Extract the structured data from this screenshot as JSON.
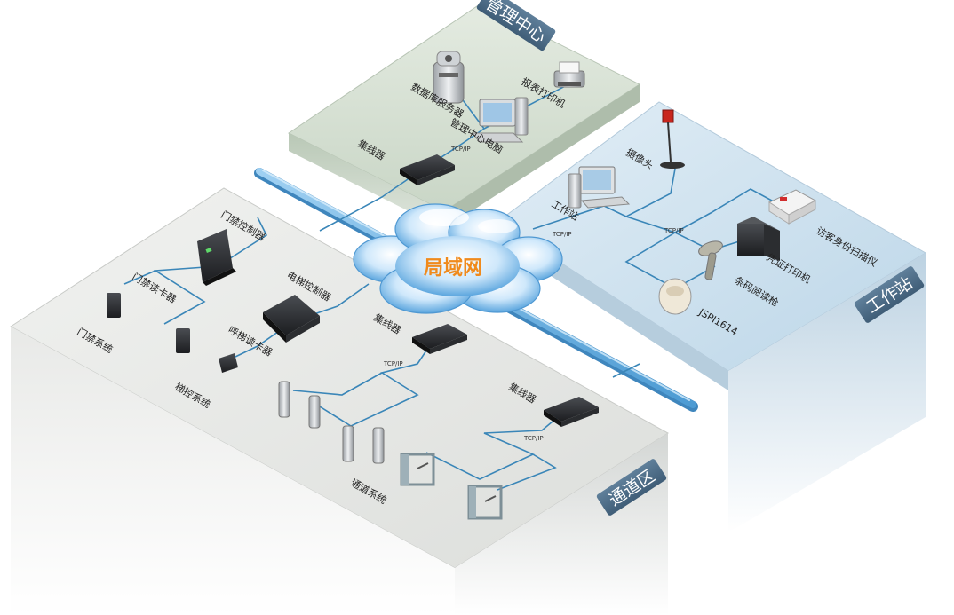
{
  "zones": {
    "management": "管理中心",
    "workstation": "工作站",
    "passage": "通道区"
  },
  "lan_label": "局域网",
  "protocol_label": "TCP/IP",
  "devices": {
    "db_server": "数据库服务器",
    "report_printer": "报表打印机",
    "mgmt_pc": "管理中心电脑",
    "mgmt_hub": "集线器",
    "camera": "摄像头",
    "workstation_pc": "工作站",
    "visitor_scanner": "访客身份扫描仪",
    "voucher_printer": "凭证打印机",
    "barcode_reader": "条码阅读枪",
    "jspi_device": "JSPI1614",
    "door_controller": "门禁控制器",
    "door_card_reader": "门禁读卡器",
    "door_system": "门禁系统",
    "elevator_controller": "电梯控制器",
    "call_card_reader": "呼梯读卡器",
    "elevator_system": "梯控系统",
    "passage_hub_1": "集线器",
    "passage_hub_2": "集线器",
    "passage_system": "通道系统"
  },
  "colors": {
    "management_top": "#d6e0d3",
    "workstation_top": "#cfe1ee",
    "passage_top": "#e7e8e6",
    "backbone": "#6fb2df",
    "wire": "#3a86b8",
    "lan_text": "#f08a1c"
  }
}
